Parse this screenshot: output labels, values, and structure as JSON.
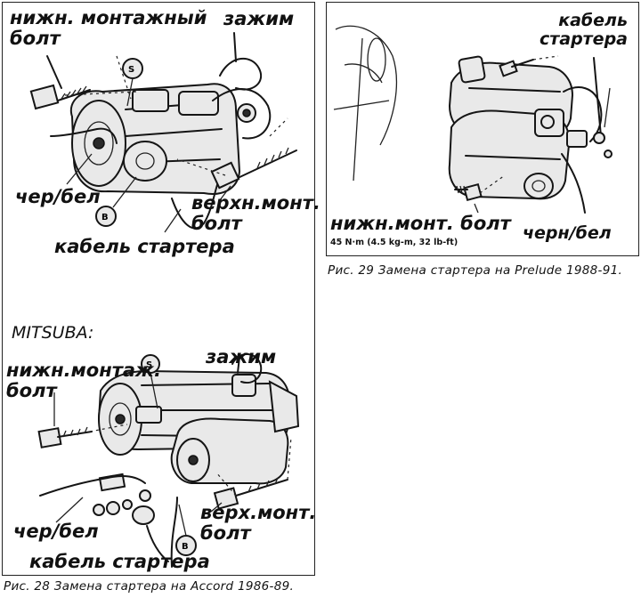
{
  "fig28": {
    "top_labels": {
      "lower_bolt": "нижн. монтажный\nболт",
      "clamp": "зажим",
      "black_white": "чер/бел",
      "upper_bolt": "верхн.монт.\nболт",
      "starter_cable": "кабель стартера",
      "s_mark": "S",
      "b_mark": "B"
    },
    "mitsuba_heading": "MITSUBA:",
    "bottom_labels": {
      "lower_bolt": "нижн.монтаж.\nболт",
      "clamp": "зажим",
      "black_white": "чер/бел",
      "upper_bolt": "верх.монт.\nболт",
      "starter_cable": "кабель стартера",
      "s_mark": "S",
      "b_mark": "B"
    },
    "caption": "Рис. 28 Замена стартера на Accord 1986-89."
  },
  "fig29": {
    "labels": {
      "starter_cable": "кабель\nстартера",
      "lower_bolt": "нижн.монт. болт",
      "torque": "45 N·m (4.5 kg-m, 32 lb-ft)",
      "black_white": "черн/бел"
    },
    "caption": "Рис. 29 Замена стартера на Prelude 1988-91."
  }
}
